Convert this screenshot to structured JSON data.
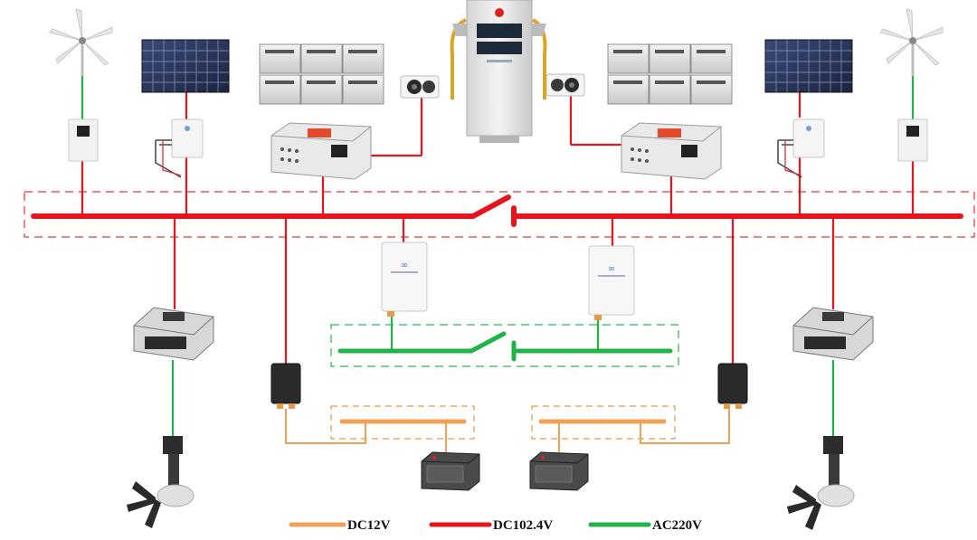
{
  "legend": {
    "dc12_label": "DC12V",
    "dc1024_label": "DC102.4V",
    "ac220_label": "AC220V"
  },
  "colors": {
    "dc12": "#f0a155",
    "dc1024": "#e8141c",
    "ac220": "#1fb34a",
    "bus_box": "#e23a3a",
    "ac_box": "#2fb450",
    "dc_box": "#e59a4a"
  }
}
